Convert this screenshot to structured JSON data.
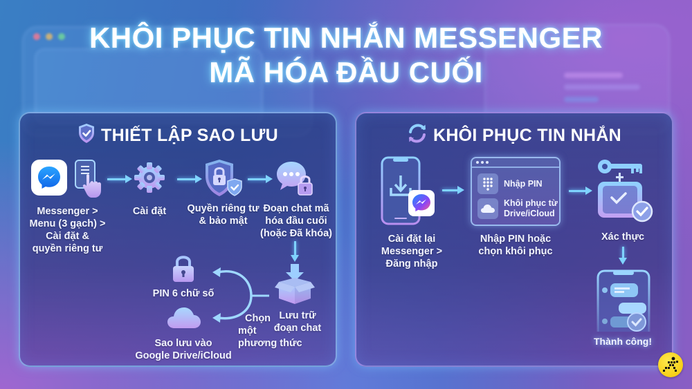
{
  "title": {
    "line1": "KHÔI PHỤC TIN NHẮN MESSENGER",
    "line2": "MÃ HÓA ĐẦU CUỐI"
  },
  "colors": {
    "accent_cyan": "#7fd3ff",
    "icon_gradient_top": "#8ec9ff",
    "icon_gradient_bottom": "#c49cf2",
    "messenger_blue": "#1e88f5",
    "logo_yellow": "#f7d21a"
  },
  "backup_panel": {
    "heading": "THIẾT LẬP SAO LƯU",
    "heading_icon": "shield-check-icon",
    "steps": [
      {
        "icon": "messenger-menu-icon",
        "lines": [
          "Messenger >",
          "Menu (3 gạch) >",
          "Cài đặt &",
          "quyền riêng tư"
        ]
      },
      {
        "icon": "gear-icon",
        "lines": [
          "Cài đặt"
        ]
      },
      {
        "icon": "shield-lock-icon",
        "lines": [
          "Quyền riêng tư",
          "& bảo mật"
        ]
      },
      {
        "icon": "chat-lock-icon",
        "lines": [
          "Đoạn chat mã",
          "hóa đầu cuối",
          "(hoặc Đã khóa)"
        ]
      },
      {
        "icon": "archive-box-icon",
        "lines": [
          "Lưu trữ",
          "đoạn chat"
        ]
      }
    ],
    "choice_label": [
      "Chọn",
      "một",
      "phương thức"
    ],
    "options": [
      {
        "icon": "padlock-icon",
        "lines": [
          "PIN 6 chữ số"
        ]
      },
      {
        "icon": "cloud-icon",
        "lines": [
          "Sao lưu vào",
          "Google Drive/iCloud"
        ]
      }
    ]
  },
  "restore_panel": {
    "heading": "KHÔI PHỤC TIN NHẮN",
    "heading_icon": "sync-icon",
    "steps": [
      {
        "icon": "phone-download-icon",
        "lines": [
          "Cài đặt lại",
          "Messenger >",
          "Đăng nhập"
        ]
      },
      {
        "icon": "pin-window-icon",
        "lines": [
          "Nhập PIN hoặc",
          "chọn khôi phục"
        ],
        "window_items": [
          {
            "icon": "keypad-icon",
            "lines": [
              "Nhập PIN"
            ]
          },
          {
            "icon": "cloud-icon",
            "lines": [
              "Khôi phục từ",
              "Drive/iCloud"
            ]
          }
        ]
      },
      {
        "icon": "key-safe-icon",
        "lines": [
          "Xác thực"
        ]
      },
      {
        "icon": "phone-chat-check-icon",
        "lines": [
          "Thành công!"
        ]
      }
    ]
  }
}
